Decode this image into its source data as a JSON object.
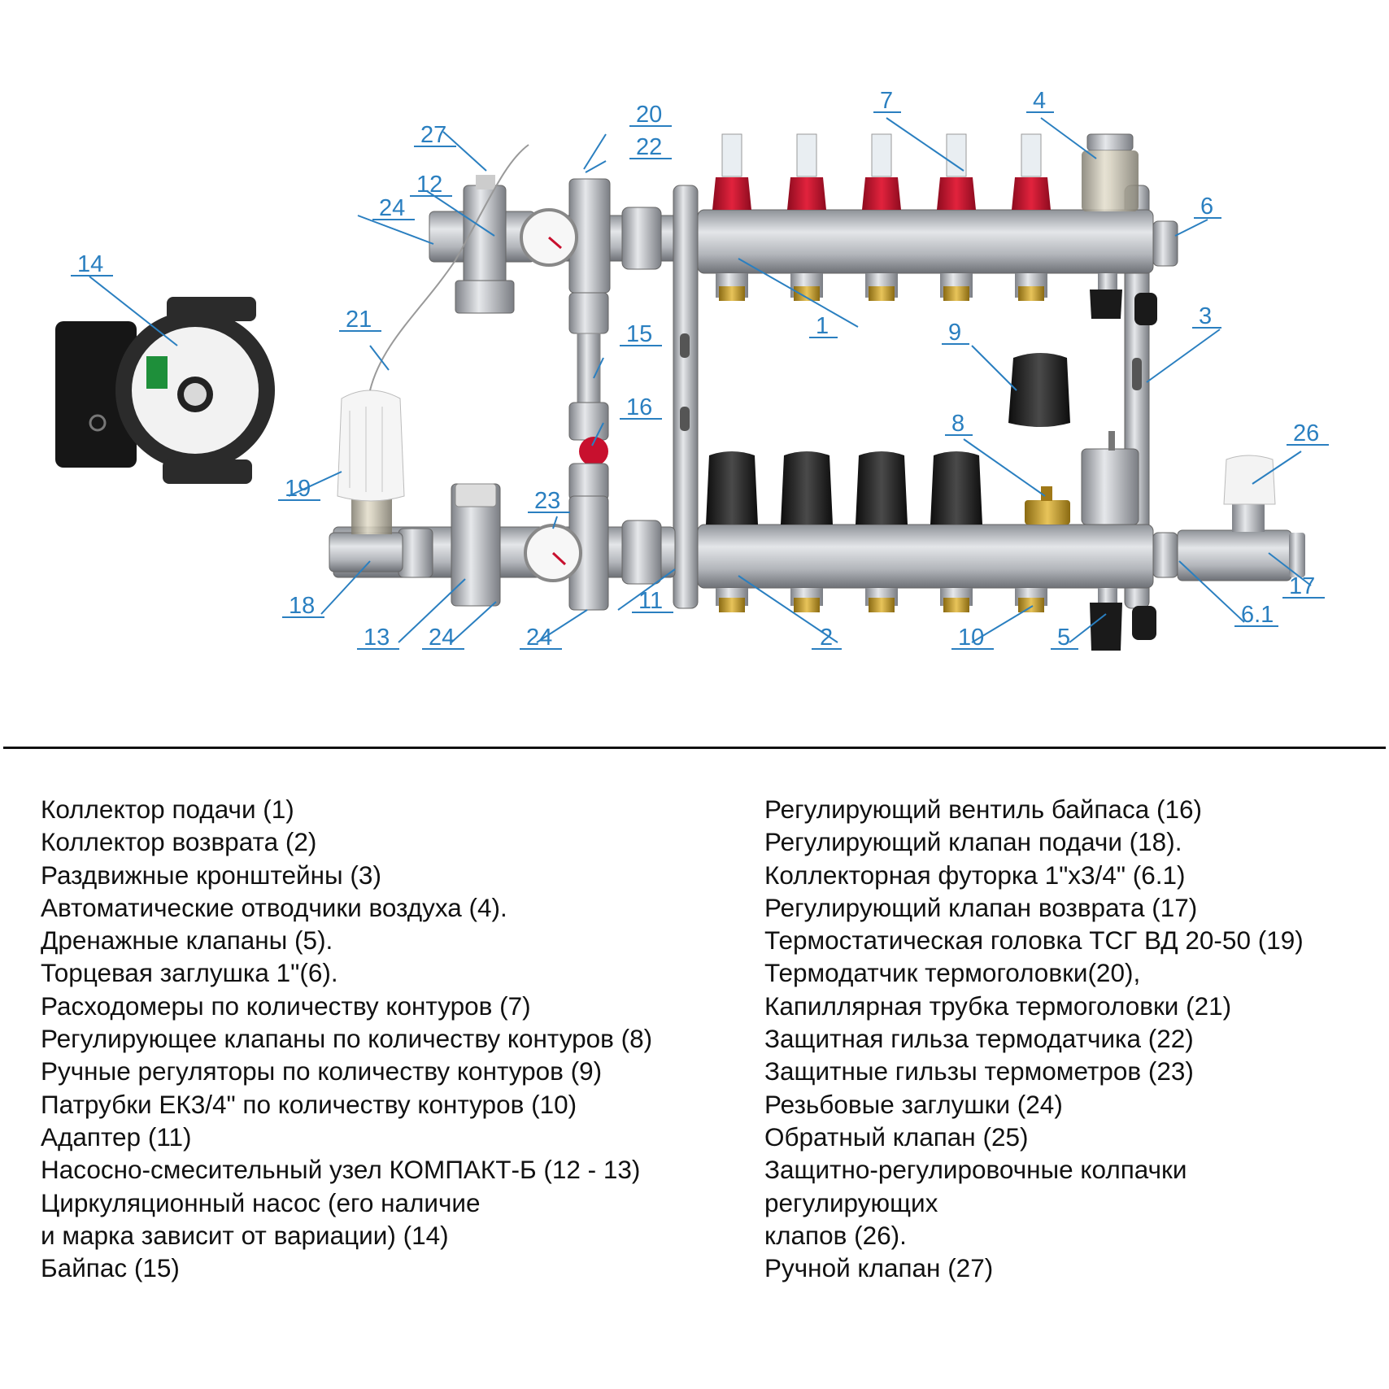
{
  "callouts": {
    "c1": "1",
    "c2": "2",
    "c3": "3",
    "c4": "4",
    "c5": "5",
    "c6": "6",
    "c6_1": "6.1",
    "c7": "7",
    "c8": "8",
    "c9": "9",
    "c10": "10",
    "c11": "11",
    "c12": "12",
    "c13": "13",
    "c14": "14",
    "c15": "15",
    "c16": "16",
    "c17": "17",
    "c18": "18",
    "c19": "19",
    "c20": "20",
    "c21": "21",
    "c22": "22",
    "c23": "23",
    "c24a": "24",
    "c24b": "24",
    "c24c": "24",
    "c26": "26",
    "c27": "27"
  },
  "legend": {
    "left": [
      "Коллектор подачи (1)",
      "Коллектор возврата (2)",
      "Раздвижные кронштейны (3)",
      "Автоматические отводчики воздуха (4).",
      "Дренажные клапаны (5).",
      "Торцевая заглушка 1\"(6).",
      "Расходомеры по количеству контуров (7)",
      "Регулирующее клапаны по количеству контуров (8)",
      "Ручные регуляторы по количеству контуров (9)",
      "Патрубки ЕК3/4\" по количеству контуров (10)",
      "Адаптер (11)",
      "Насосно-смесительный узел КОМПАКТ-Б (12 - 13)",
      "Циркуляционный насос (его наличие",
      "и марка зависит от вариации) (14)",
      "Байпас (15)"
    ],
    "right": [
      "Регулирующий вентиль байпаса (16)",
      "Регулирующий клапан подачи (18).",
      "Коллекторная футорка 1\"x3/4\" (6.1)",
      "Регулирующий клапан возврата (17)",
      "Термостатическая головка ТСГ ВД 20-50  (19)",
      "Термодатчик термоголовки(20),",
      "Капиллярная трубка термоголовки (21)",
      "Защитная  гильза термодатчика (22)",
      "Защитные гильзы термометров (23)",
      "Резьбовые заглушки (24)",
      "Обратный клапан (25)",
      "Защитно-регулировочные колпачки",
      "регулирующих",
      "клапов (26).",
      "Ручной клапан (27)"
    ]
  },
  "colors": {
    "callout": "#2a7fc0",
    "steel": "#b9bcc1",
    "brass": "#c9a227",
    "red": "#c8102e",
    "black_knob": "#1c1c1c"
  }
}
